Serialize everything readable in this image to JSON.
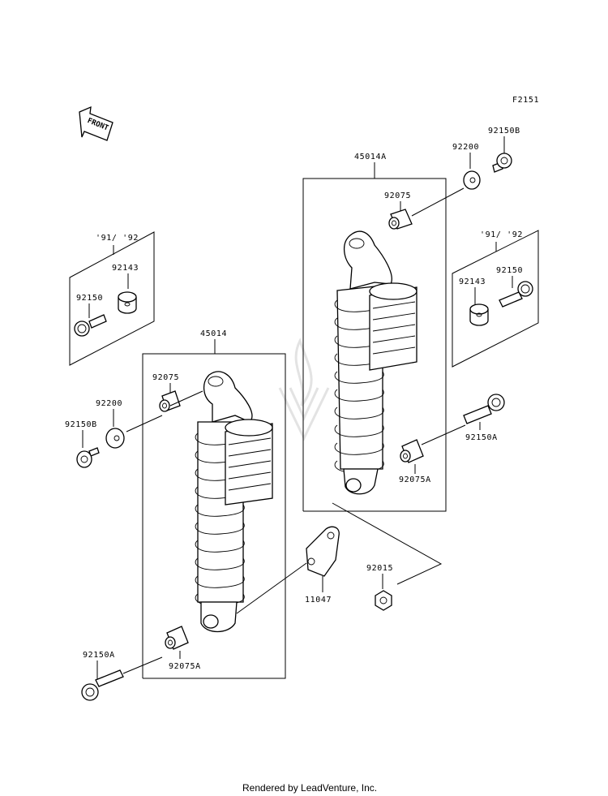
{
  "diagram_id": "F2151",
  "front_label": "FRONT",
  "labels": {
    "assy_left": "45014",
    "assy_right": "45014A",
    "bolt_left_top": "92150B",
    "washer_left": "92200",
    "collar_left_top": "92075",
    "bolt_left_bottom": "92150A",
    "collar_left_bottom": "92075A",
    "bracket": "11047",
    "nut": "92015",
    "bolt_right_top": "92150B",
    "washer_right": "92200",
    "collar_right_top": "92075",
    "bolt_right_bottom": "92150A",
    "collar_right_bottom": "92075A",
    "kit_left_years": "'91/ '92",
    "kit_left_spacer": "92143",
    "kit_left_bolt": "92150",
    "kit_right_years": "'91/ '92",
    "kit_right_spacer": "92143",
    "kit_right_bolt": "92150"
  },
  "footer": "Rendered by LeadVenture, Inc."
}
